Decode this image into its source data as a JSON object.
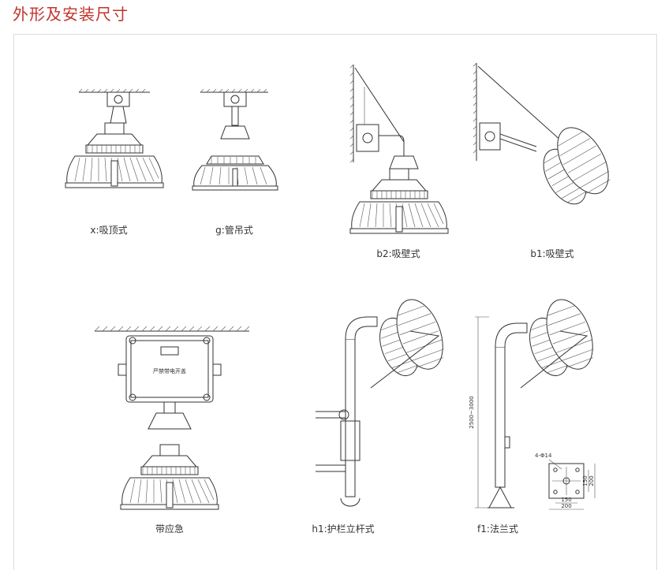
{
  "header": {
    "title": "外形及安装尺寸"
  },
  "figures": {
    "x": {
      "caption": "x:吸顶式"
    },
    "g": {
      "caption": "g:管吊式"
    },
    "b2": {
      "caption": "b2:吸壁式"
    },
    "b1": {
      "caption": "b1:吸壁式"
    },
    "emergency": {
      "caption": "带应急",
      "box_label": "严禁带电开盖"
    },
    "h1": {
      "caption": "h1:护栏立杆式"
    },
    "f1": {
      "caption": "f1:法兰式",
      "height_dim": "2500~3000",
      "flange": {
        "holes": "4-Φ14",
        "inner_w": "150",
        "outer_w": "200",
        "inner_h": "150",
        "outer_h": "200"
      }
    }
  },
  "colors": {
    "title": "#c0342b",
    "ink": "#333333",
    "border": "#dcdcdc"
  }
}
